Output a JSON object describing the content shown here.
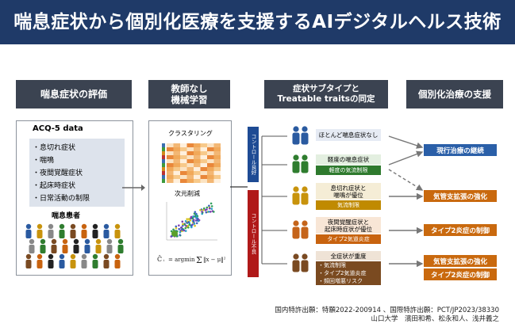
{
  "title": "喘息症状から個別化医療を支援するAIデジタルヘルス技術",
  "headers": {
    "col1": [
      "喘息症状の評価"
    ],
    "col2": [
      "教師なし",
      "機械学習"
    ],
    "col3": [
      "症状サブタイプと",
      "Treatable traitsの同定"
    ],
    "col4": [
      "個別化治療の支援"
    ]
  },
  "acq": {
    "title": "ACQ-5 data",
    "items": [
      "・息切れ症状",
      "・喘鳴",
      "・夜間覚醒症状",
      "・起床時症状",
      "・日常活動の制限"
    ],
    "patients_label": "喘息患者"
  },
  "ml": {
    "clustering_label": "クラスタリング",
    "dimred_label": "次元削減"
  },
  "side_labels": {
    "controlled": "コントロール良好",
    "uncontrolled": "コントロール不良"
  },
  "subtypes": [
    {
      "lines": [
        "ほとんど喘息症状なし"
      ],
      "tags": []
    },
    {
      "lines": [
        "軽度の喘息症状"
      ],
      "tags": [
        "軽度の気流制限"
      ]
    },
    {
      "lines": [
        "息切れ症状と",
        "喘鳴が優位"
      ],
      "tags": [
        "気流制限"
      ]
    },
    {
      "lines": [
        "夜間覚醒症状と",
        "起床時症状が優位"
      ],
      "tags": [
        "タイプ2気道炎症"
      ]
    },
    {
      "lines": [
        "全症状が重度"
      ],
      "tags": [
        "・気流制限",
        "・タイプ2気道炎症",
        "・頻回増悪リスク"
      ]
    }
  ],
  "treatments": [
    "現行治療の継続",
    "気管支拡張の強化",
    "タイプ2炎症の制御",
    "気管支拡張の強化",
    "タイプ2炎症の制御"
  ],
  "footer": {
    "line1": "国内特許出願：特願2022-200914 、国際特許出願：PCT/JP2023/38330",
    "line2": "山口大学　濱田和希、松永和人、浅井義之"
  },
  "colors": {
    "title_bg": "#1f3a68",
    "header_bg": "#3b4351",
    "treat_blue": "#2a5fa8",
    "treat_orange": "#c9690e",
    "controlled_bar": "#1e4b94",
    "uncontrolled_bar": "#b01919"
  }
}
